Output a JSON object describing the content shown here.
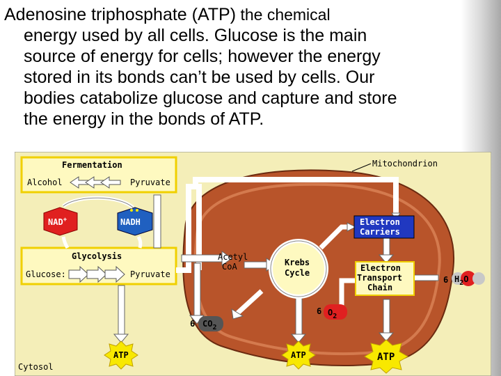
{
  "text": {
    "line1_part1": "Adenosine triphosphate (ATP)",
    "line1_part2": " the chemical",
    "line2": "energy used by all cells.  Glucose is the main",
    "line3": "source of energy for cells; however the energy",
    "line4": "stored in its bonds can’t be used by cells.  Our",
    "line5": "bodies catabolize glucose and capture and store",
    "line6": "the energy in the bonds of ATP."
  },
  "diagram": {
    "fermentation": "Fermentation",
    "alcohol": "Alcohol",
    "pyruvate_top": "Pyruvate",
    "nad_plus": "NAD",
    "nad_plus_sup": "+",
    "nadh": "NADH",
    "glycolysis": "Glycolysis",
    "glucose": "Glucose:",
    "pyruvate_bottom": "Pyruvate",
    "acetyl_1": "Acetyl",
    "acetyl_2": "CoA",
    "krebs_1": "Krebs",
    "krebs_2": "Cycle",
    "mitochondrion": "Mitochondrion",
    "electron_carriers_1": "Electron",
    "electron_carriers_2": "Carriers",
    "etc_1": "Electron",
    "etc_2": "Transport",
    "etc_3": "Chain",
    "o2_coef": "6",
    "o2_base": "O",
    "o2_sub": "2",
    "co2_coef": "6",
    "co2_base": "CO",
    "co2_sub": "2",
    "h2o_coef": "6",
    "h2o_h": "H",
    "h2o_sub": "2",
    "h2o_o": "O",
    "atp_1": "ATP",
    "atp_2": "ATP",
    "atp_3": "ATP",
    "cytosol": "Cytosol"
  },
  "colors": {
    "diagram_background": "#f4eeb8",
    "mitochondrion": "#b8542a",
    "inner_membrane": "#d47a4e",
    "box_fill": "#fef9c0",
    "box_border": "#f0d000",
    "nad_red": "#e02020",
    "nadh_blue": "#2060c0",
    "atp_yellow": "#f8e800",
    "electron_carriers": "#2038c0"
  }
}
